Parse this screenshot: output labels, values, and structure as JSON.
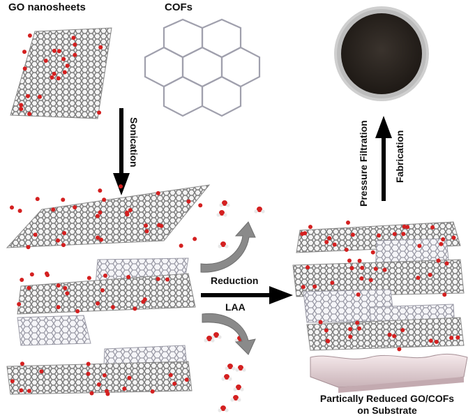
{
  "labels": {
    "go_nanosheets": "GO nanosheets",
    "cofs": "COFs",
    "sonication": "Sonication",
    "reduction": "Reduction",
    "laa": "LAA",
    "pressure_filtration": "Pressure Filtration",
    "fabrication": "Fabrication",
    "result_line1": "Partically Reduced GO/COFs",
    "result_line2": "on Substrate"
  },
  "colors": {
    "carbon": "#8c8c8c",
    "oxygen": "#d42020",
    "nitrogen": "#4a4ad0",
    "cof_atoms": "#a9a9b4",
    "membrane_dark": "#2b2520",
    "membrane_ring": "#bdbdbd",
    "substrate": "#e9d6da",
    "arrow": "#000000",
    "curved_arrow": "#8a8a8a"
  }
}
